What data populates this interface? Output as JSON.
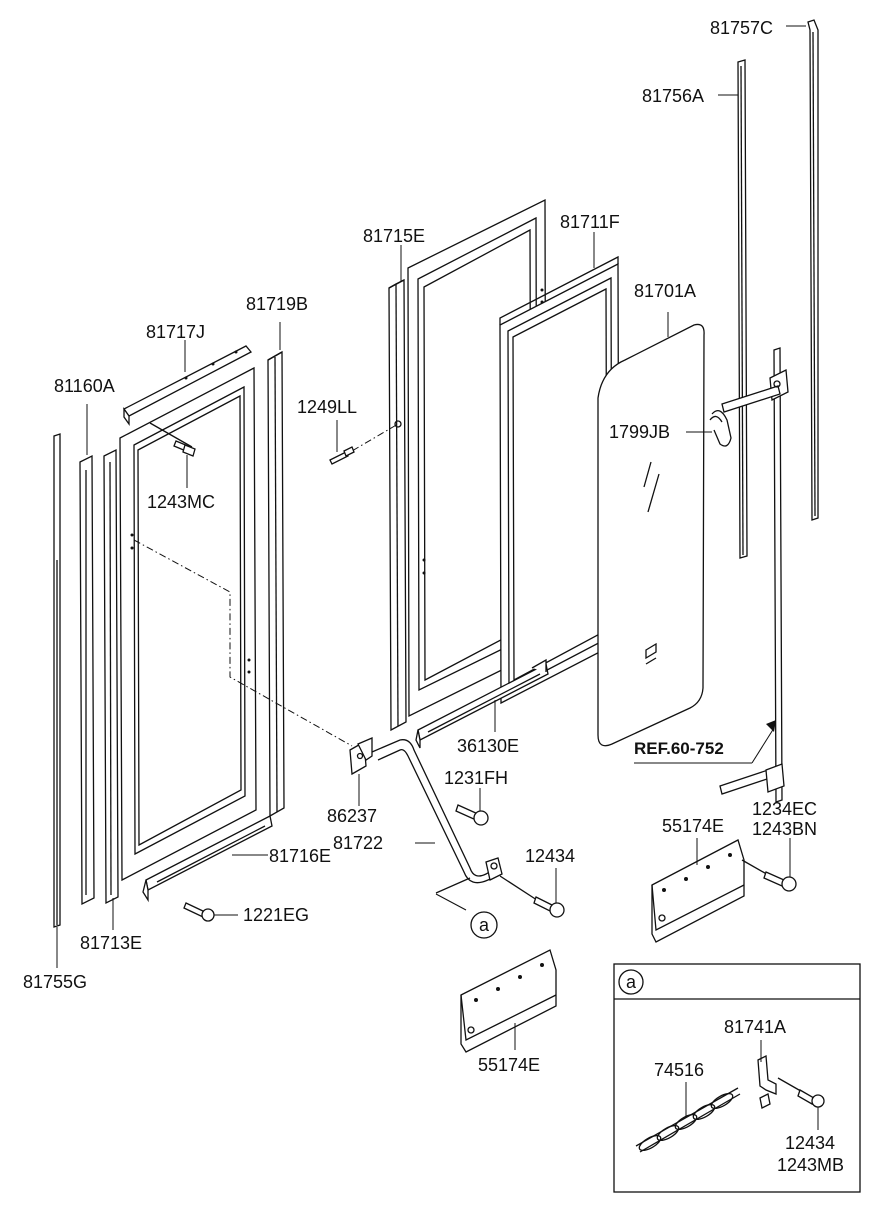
{
  "diagram": {
    "part_numbers": {
      "p81757C": "81757C",
      "p81756A": "81756A",
      "p81711F": "81711F",
      "p81715E": "81715E",
      "p81701A": "81701A",
      "p81719B": "81719B",
      "p81717J": "81717J",
      "p81160A": "81160A",
      "p1249LL": "1249LL",
      "p1799JB": "1799JB",
      "p1243MC": "1243MC",
      "p36130E": "36130E",
      "p1231FH": "1231FH",
      "p86237": "86237",
      "p81722": "81722",
      "p81716E": "81716E",
      "p12434": "12434",
      "p1234EC": "1234EC",
      "p1243BN": "1243BN",
      "p55174E_right": "55174E",
      "p1221EG": "1221EG",
      "p81713E": "81713E",
      "p81755G": "81755G",
      "p55174E_bottom": "55174E",
      "p81741A": "81741A",
      "p74516": "74516",
      "p12434_detail": "12434",
      "p1243MB": "1243MB"
    },
    "reference": "REF.60-752",
    "detail_marker": "a"
  }
}
